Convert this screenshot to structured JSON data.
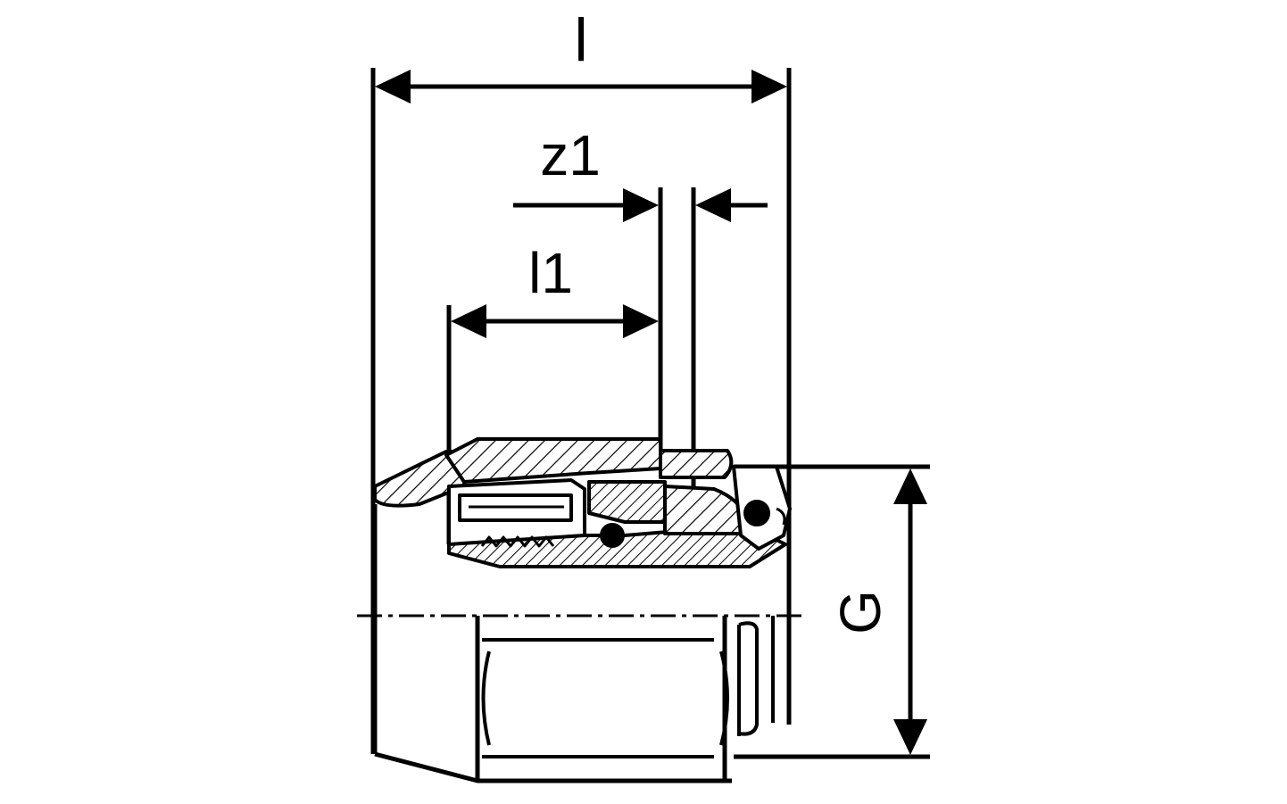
{
  "diagram": {
    "labels": {
      "overall_length": "l",
      "offset": "z1",
      "insertion_depth": "l1",
      "thread": "G"
    },
    "colors": {
      "background": "#ffffff",
      "ink": "#000000"
    }
  }
}
